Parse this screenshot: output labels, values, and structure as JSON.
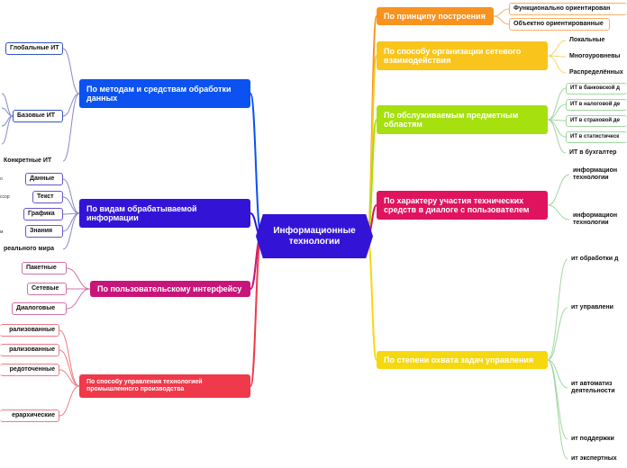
{
  "center": "Информационные технологии",
  "left_branches": [
    {
      "label": "По методам и средствам обработки данных",
      "color": "#0b52f0",
      "children": [
        "Глобальные ИТ",
        "Базовые ИТ",
        "Конкретные ИТ"
      ]
    },
    {
      "label": "По видам обрабатываемой информации",
      "color": "#3314d6",
      "children": [
        "Данные",
        "Текст",
        "Графика",
        "Знания",
        "реального мира"
      ],
      "notes": [
        "о",
        "ссор",
        "м"
      ]
    },
    {
      "label": "По пользовательскому интерфейсу",
      "color": "#c8157a",
      "children": [
        "Пакетные",
        "Сетевые",
        "Диалоговые"
      ]
    },
    {
      "label": "По способу управления технологией промышленного производства",
      "color": "#f0394a",
      "children": [
        "рализованные",
        "рализованные",
        "редоточенные",
        "ерархические"
      ]
    }
  ],
  "right_branches": [
    {
      "label": "По принципу построения",
      "color": "#f7931e",
      "children": [
        "Функционально ориентирован",
        "Объектно ориентированные"
      ]
    },
    {
      "label": "По способу организации сетевого взаимодействия",
      "color": "#f9c51c",
      "children": [
        "Локальные",
        "Многоуровневы",
        "Распределённых"
      ]
    },
    {
      "label": "По обслуживаемым предметным областям",
      "color": "#a6e00e",
      "children": [
        "ИТ в банковской д",
        "ИТ в налоговой де",
        "ИТ в страховой де",
        "ИТ в статистическ",
        "ИТ в бухгалтер"
      ]
    },
    {
      "label": "По характеру участия технических средств в диалоге с пользователем",
      "color": "#e0145e",
      "children": [
        "информацион технологии",
        "информацион технологии"
      ]
    },
    {
      "label": "По степени охвата задач управления",
      "color": "#f5d80f",
      "children": [
        "ит обработки д",
        "ит управлени",
        "ит автоматиз деятельности",
        "ит поддержки",
        "ит экспертных"
      ]
    }
  ],
  "colors": {
    "wire_leaf_left": "#8888cc",
    "wire_leaf_right_green": "#9fd89f",
    "wire_leaf_right_orange": "#f2b066"
  }
}
